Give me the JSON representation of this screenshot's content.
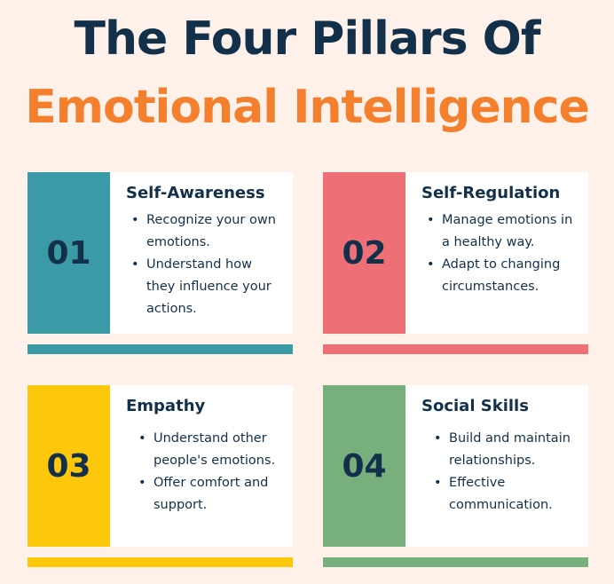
{
  "title": {
    "line1": "The Four Pillars Of",
    "line2": "Emotional Intelligence"
  },
  "colors": {
    "background": "#fdf1ea",
    "title_dark": "#12304a",
    "title_accent": "#f47f2c",
    "teal": "#3a9aa5",
    "coral": "#ee7076",
    "yellow": "#fdc70c",
    "green": "#77b07c"
  },
  "pillars": [
    {
      "number": "01",
      "heading": "Self-Awareness",
      "color": "#3a9aa5",
      "bullets": [
        "Recognize your own emotions.",
        "Understand how they influence your actions."
      ]
    },
    {
      "number": "02",
      "heading": "Self-Regulation",
      "color": "#ee7076",
      "bullets": [
        "Manage emotions in a healthy way.",
        "Adapt to changing circumstances."
      ]
    },
    {
      "number": "03",
      "heading": "Empathy",
      "color": "#fdc70c",
      "bullets": [
        "Understand other people's emotions.",
        "Offer comfort and support."
      ]
    },
    {
      "number": "04",
      "heading": "Social Skills",
      "color": "#77b07c",
      "bullets": [
        "Build and maintain relationships.",
        "Effective communication."
      ]
    }
  ]
}
